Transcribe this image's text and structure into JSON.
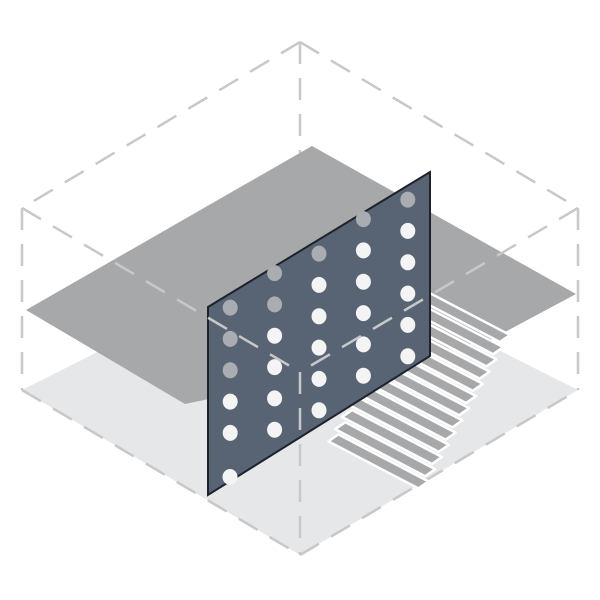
{
  "colors": {
    "background": "#ffffff",
    "floor": "#e6e7e9",
    "top_plane": "#a7a8aa",
    "panel": "#586474",
    "panel_edge": "#1e232b",
    "dot_light": "#f4f4f4",
    "dot_dim": "#a9acb1",
    "stair_step": "#a7a8aa",
    "stair_gap": "#ffffff",
    "dashed_cube": "#c8c8c8"
  },
  "diagram": {
    "stair_steps": 13,
    "perforation_rows": 6,
    "perforation_cols": 5
  }
}
